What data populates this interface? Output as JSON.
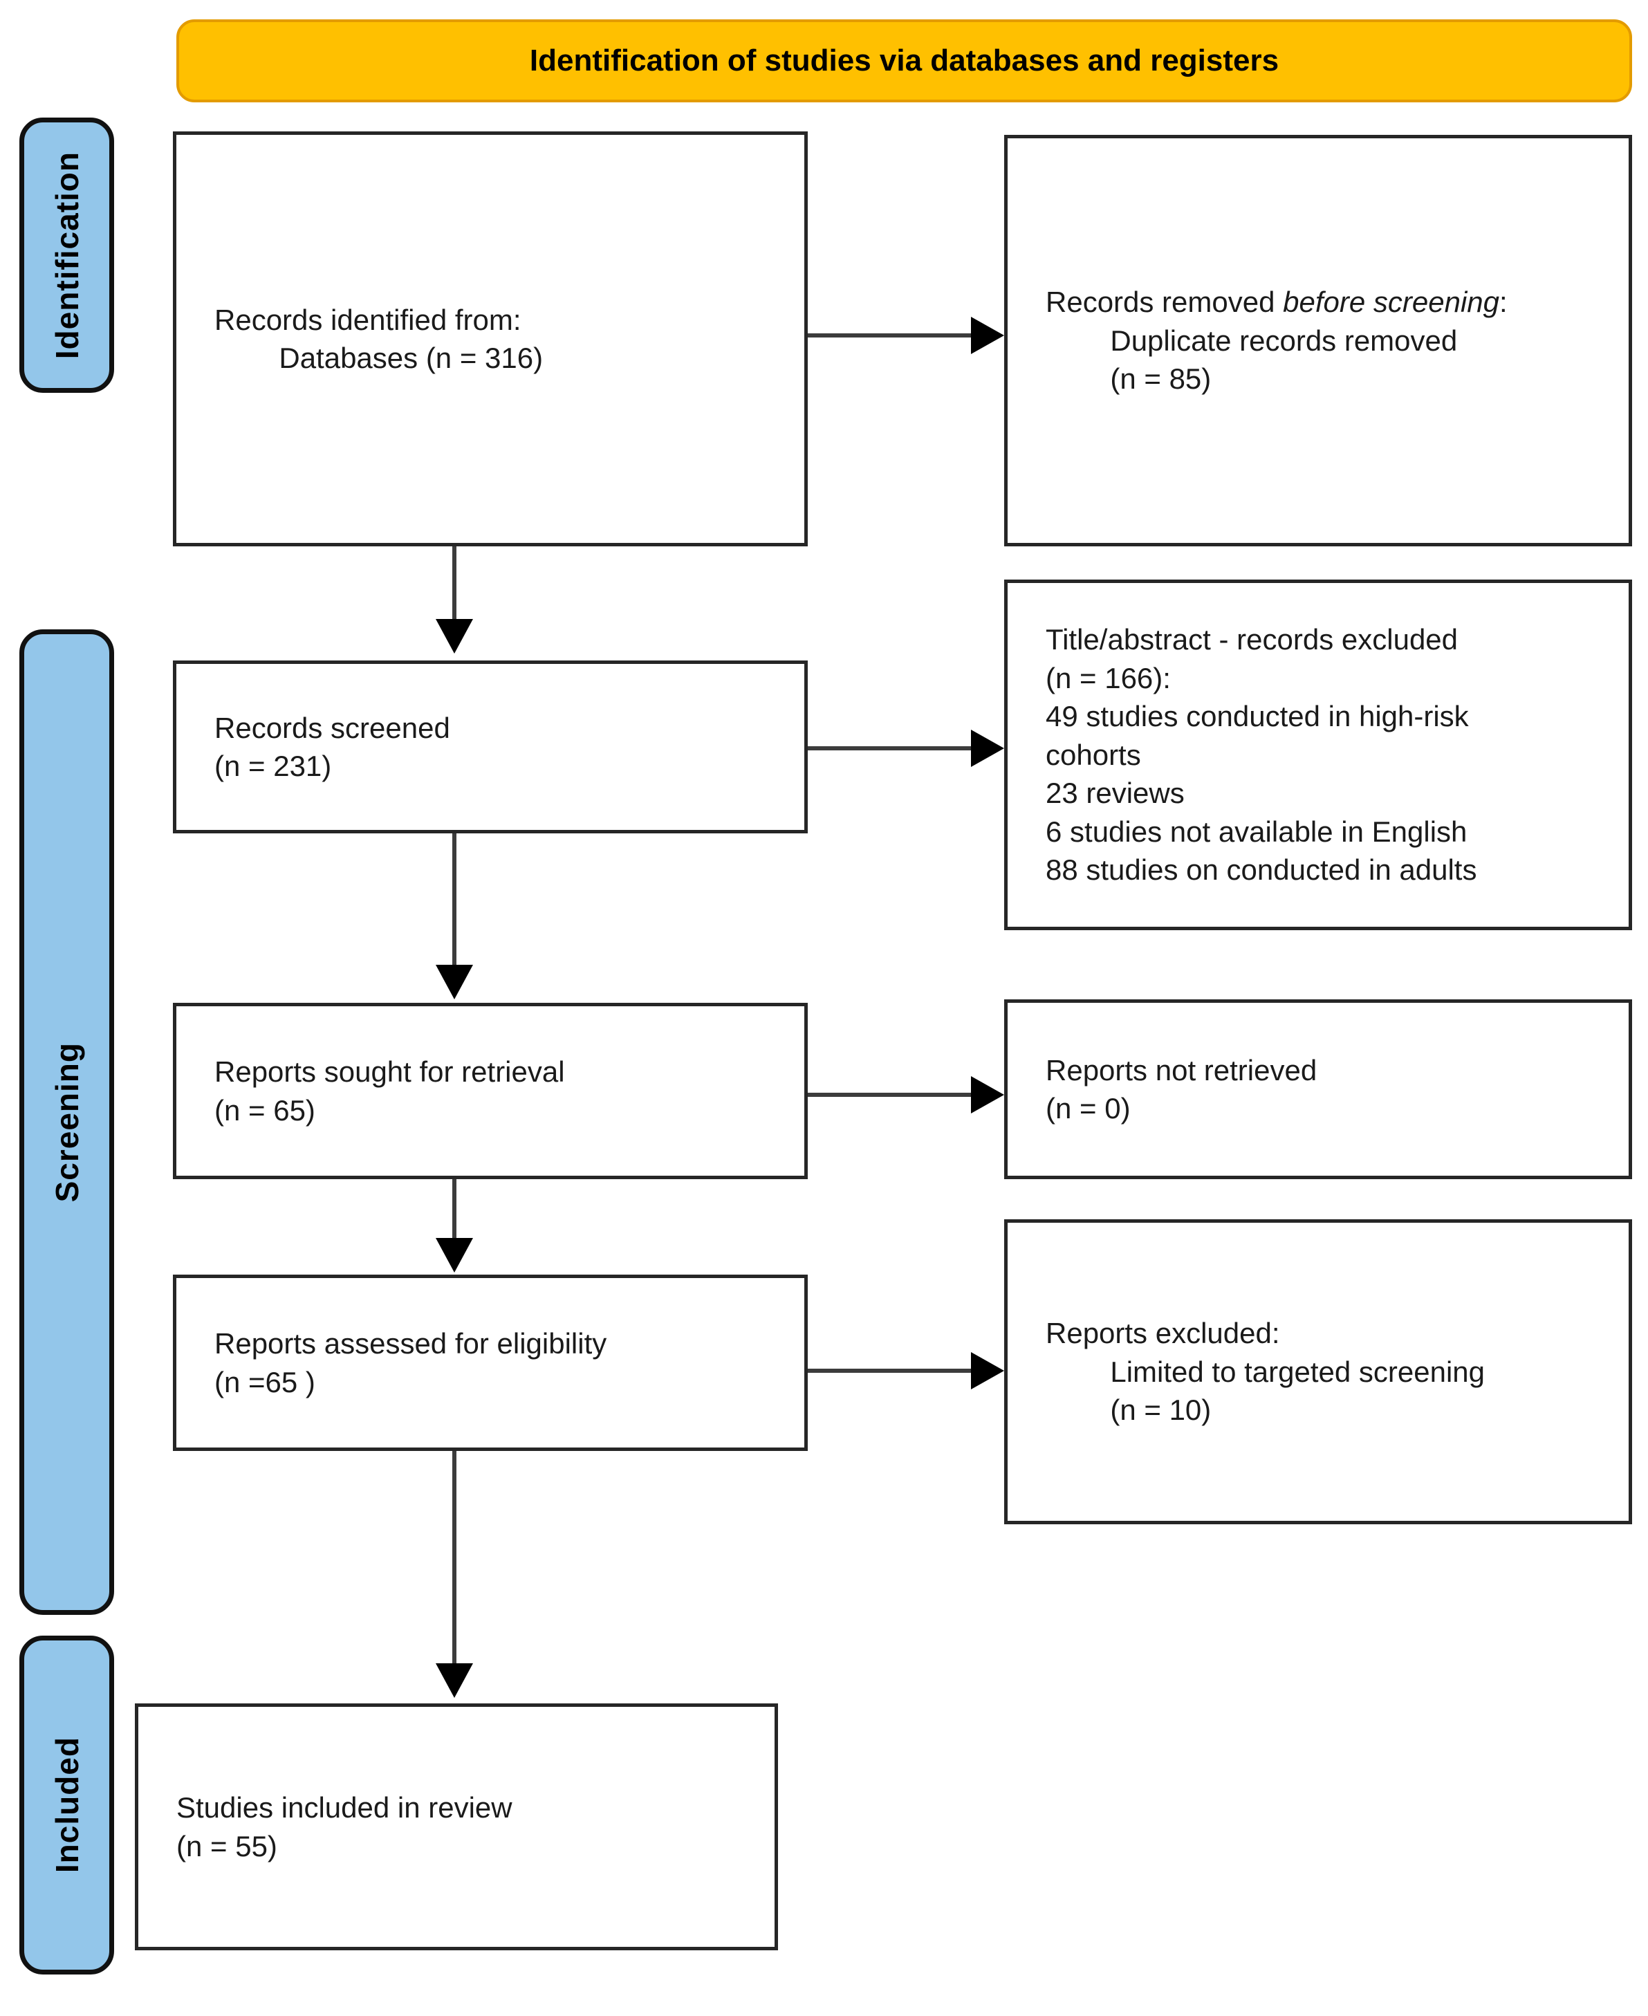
{
  "title_banner": {
    "label": "Identification of studies via databases and registers"
  },
  "stages": {
    "identification": "Identification",
    "screening": "Screening",
    "included": "Included"
  },
  "boxes": {
    "records_identified": "Records identified from:\n        Databases (n = 316)",
    "records_removed_prefix": "Records removed ",
    "records_removed_italic": "before screening",
    "records_removed_colon": ":",
    "records_removed_detail": "        Duplicate records removed\n        (n = 85)",
    "records_screened": "Records screened\n(n = 231)",
    "title_abstract_excluded": "Title/abstract - records excluded\n(n = 166):\n49 studies conducted in high-risk\ncohorts\n23 reviews\n6 studies not available in English\n88 studies on conducted in adults",
    "reports_sought": "Reports sought for retrieval\n(n = 65)",
    "reports_not_retrieved": "Reports not retrieved\n(n = 0)",
    "reports_assessed": "Reports assessed for eligibility\n(n =65 )",
    "reports_excluded": "Reports excluded:\n        Limited to targeted screening\n        (n = 10)",
    "studies_included": "Studies included in review\n(n = 55)"
  },
  "colors": {
    "banner_bg": "#FFC000",
    "banner_border": "#E39B00",
    "stage_bg": "#93C6EA",
    "stage_border": "#111111",
    "box_border": "#262626",
    "arrow_stem": "#3C3C3C",
    "arrowhead": "#000000"
  }
}
